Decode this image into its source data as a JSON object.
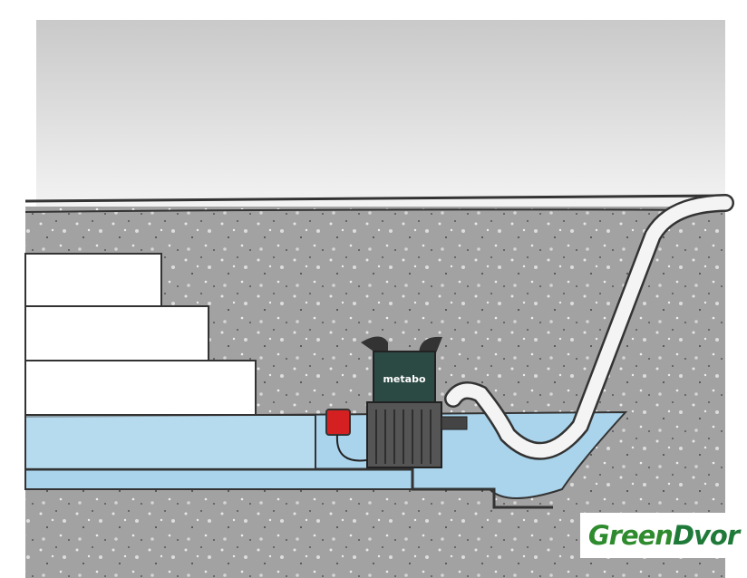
{
  "pump": {
    "brand": "metabo"
  },
  "watermark": {
    "part1": "Green",
    "part2": "Dvor"
  },
  "colors": {
    "water": "#a9d4ec",
    "soil": "#9e9e9e",
    "sky": "#e8e8e8",
    "pump": "#2c4a44",
    "plug": "#d42020",
    "watermark": "#2e8b2e"
  }
}
